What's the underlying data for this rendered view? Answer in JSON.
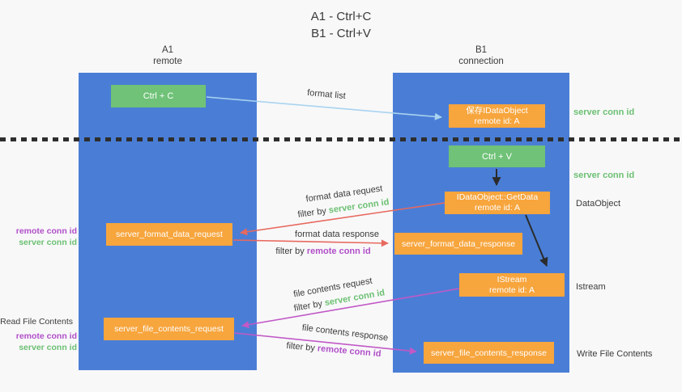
{
  "title": {
    "line1": "A1 - Ctrl+C",
    "line2": "B1 - Ctrl+V"
  },
  "lifelines": {
    "a1": {
      "name": "A1",
      "subtitle": "remote"
    },
    "b1": {
      "name": "B1",
      "subtitle": "connection"
    }
  },
  "boxes": {
    "ctrl_c": {
      "label": "Ctrl + C"
    },
    "ctrl_v": {
      "label": "Ctrl + V"
    },
    "save_dataobject": {
      "line1": "保存IDataObject",
      "line2": "remote id: A"
    },
    "getdata": {
      "line1": "IDataObject::GetData",
      "line2": "remote id: A"
    },
    "istream": {
      "line1": "IStream",
      "line2": "remote id: A"
    },
    "format_request": {
      "label": "server_format_data_request"
    },
    "format_response": {
      "label": "server_format_data_response"
    },
    "file_request": {
      "label": "server_file_contents_request"
    },
    "file_response": {
      "label": "server_file_contents_response"
    }
  },
  "labels": {
    "format_list": "format list",
    "format_data_request": "format data request",
    "format_data_response": "format data response",
    "file_contents_request": "file contents request",
    "file_contents_response": "file contents response",
    "filter_by": "filter by",
    "server_conn_id": "server conn id",
    "remote_conn_id": "remote conn id",
    "dataobject_side": "DataObject",
    "istream_side": "Istream",
    "read_file_contents": "Read File Contents",
    "write_file_contents": "Write File Contents"
  },
  "colors": {
    "lifeline_blue": "#4a7ed6",
    "box_green": "#6fc277",
    "box_orange": "#f7a53d",
    "arrow_blue": "#a9d3f0",
    "arrow_red": "#e8695e",
    "arrow_magenta": "#c159c6",
    "arrow_black": "#2b2b2b",
    "text_green": "#6cc072",
    "text_purple": "#b14fc8",
    "text_dark": "#3b3b3b",
    "dash_color": "#2e2e2e",
    "background": "#f8f8f9"
  }
}
